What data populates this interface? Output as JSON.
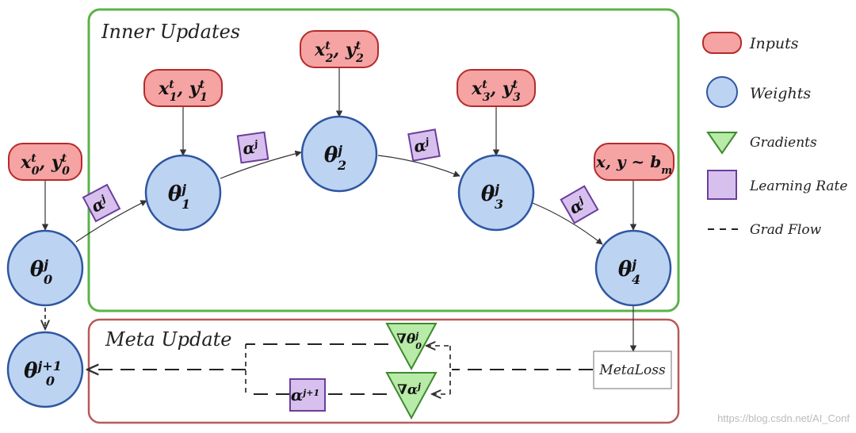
{
  "sections": {
    "inner": "Inner Updates",
    "meta": "Meta Update"
  },
  "legend": {
    "inputs": "Inputs",
    "weights": "Weights",
    "gradients": "Gradients",
    "learning_rate": "Learning Rate",
    "grad_flow": "Grad Flow"
  },
  "inputs": [
    {
      "base": "x",
      "sup1": "t",
      "sub1": "0",
      "base2": "y",
      "sup2": "t",
      "sub2": "0"
    },
    {
      "base": "x",
      "sup1": "t",
      "sub1": "1",
      "base2": "y",
      "sup2": "t",
      "sub2": "1"
    },
    {
      "base": "x",
      "sup1": "t",
      "sub1": "2",
      "base2": "y",
      "sup2": "t",
      "sub2": "2"
    },
    {
      "base": "x",
      "sup1": "t",
      "sub1": "3",
      "base2": "y",
      "sup2": "t",
      "sub2": "3"
    }
  ],
  "meta_input": {
    "text": "x, y ~ b",
    "sub": "m"
  },
  "weights": [
    {
      "base": "θ",
      "sup": "j",
      "sub": "0"
    },
    {
      "base": "θ",
      "sup": "j",
      "sub": "1"
    },
    {
      "base": "θ",
      "sup": "j",
      "sub": "2"
    },
    {
      "base": "θ",
      "sup": "j",
      "sub": "3"
    },
    {
      "base": "θ",
      "sup": "j",
      "sub": "4"
    }
  ],
  "next_weight": {
    "base": "θ",
    "sup": "j+1",
    "sub": "0"
  },
  "learning_rate": {
    "base": "α",
    "sup": "j"
  },
  "meta_lr": {
    "base": "α",
    "sup": "j+1"
  },
  "gradients": [
    {
      "prefix": "∇θ",
      "sup": "j",
      "sub": "0"
    },
    {
      "prefix": "∇α",
      "sup": "j"
    }
  ],
  "metaloss": "MetaLoss",
  "watermark": "https://blog.csdn.net/AI_Conf",
  "colors": {
    "input_fill": "#f5a3a3",
    "input_stroke": "#b52b2b",
    "weight_fill": "#bcd3f2",
    "weight_stroke": "#2f56a0",
    "grad_fill": "#b8eaa8",
    "grad_stroke": "#3d8a2e",
    "lr_fill": "#d8c0ee",
    "lr_stroke": "#6a3f9a",
    "inner_box": "#5bb34a",
    "meta_box": "#b85a5a"
  }
}
